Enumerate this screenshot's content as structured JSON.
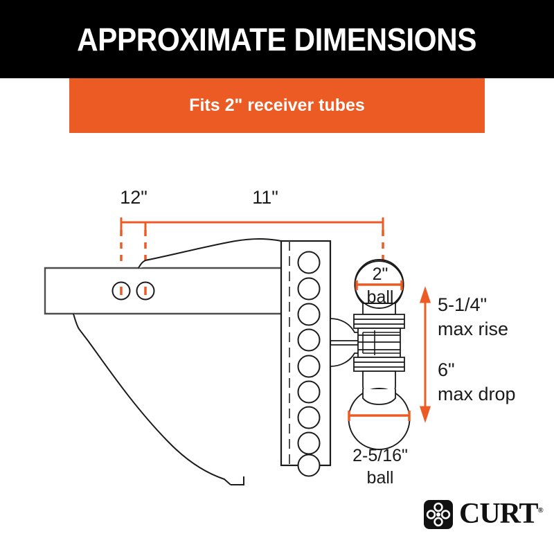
{
  "header": {
    "title": "APPROXIMATE DIMENSIONS"
  },
  "subtitle": {
    "text": "Fits 2\" receiver tubes"
  },
  "colors": {
    "accent_orange": "#ED5B25",
    "header_black": "#000000",
    "line_gray": "#4d4d4d",
    "text_black": "#1a1a1a"
  },
  "dimensions": {
    "shank_length": "12\"",
    "overall_length": "11\"",
    "top_ball_size": "2\"",
    "top_ball_word": "ball",
    "bottom_ball_size": "2-5/16\"",
    "bottom_ball_word": "ball",
    "max_rise_value": "5-1/4\"",
    "max_rise_word": "max rise",
    "max_drop_value": "6\"",
    "max_drop_word": "max drop"
  },
  "logo": {
    "wordmark": "CURT",
    "trademark": "®",
    "mark_name": "curt-quatrefoil-mark"
  }
}
